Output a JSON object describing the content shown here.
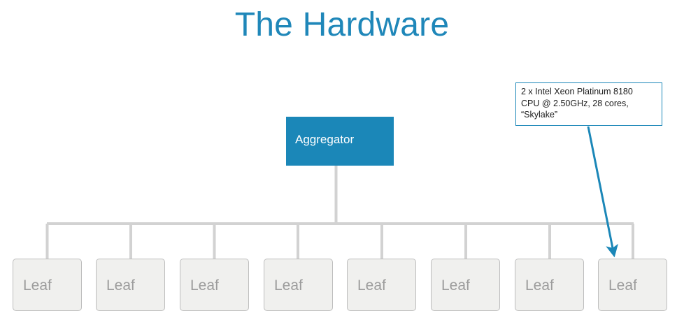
{
  "slide": {
    "title": "The Hardware",
    "title_color": "#1f87b9",
    "background": "#ffffff"
  },
  "diagram": {
    "aggregator": {
      "label": "Aggregator",
      "fill": "#1b87b8",
      "text_color": "#ffffff"
    },
    "leaves": [
      {
        "label": "Leaf"
      },
      {
        "label": "Leaf"
      },
      {
        "label": "Leaf"
      },
      {
        "label": "Leaf"
      },
      {
        "label": "Leaf"
      },
      {
        "label": "Leaf"
      },
      {
        "label": "Leaf"
      },
      {
        "label": "Leaf"
      }
    ],
    "leaf_style": {
      "fill": "#f0f0ee",
      "border_color": "#bdbdbd",
      "text_color": "#9c9c9c"
    },
    "connector_color": "#d2d2d2"
  },
  "callout": {
    "line1": "2 x Intel Xeon Platinum 8180",
    "line2": "CPU @ 2.50GHz, 28 cores,",
    "line3": "“Skylake”",
    "border_color": "#1b87b8",
    "arrow_color": "#1b87b8"
  }
}
